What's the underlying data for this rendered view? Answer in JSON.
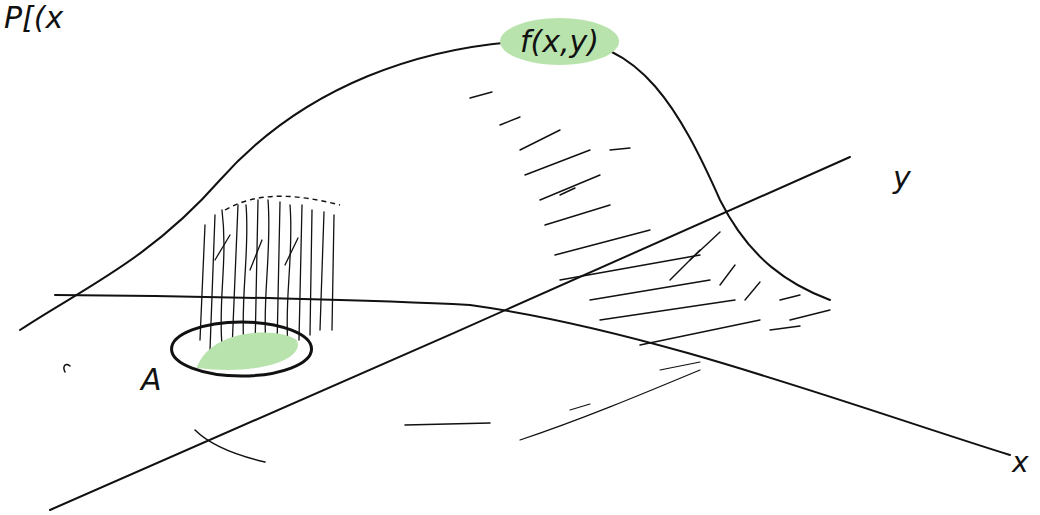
{
  "diagram": {
    "nodes": [
      {
        "text": [
          "f(x,y)"
        ]
      },
      {
        "text": [
          "A"
        ]
      }
    ],
    "labels": [
      "P[(x",
      "y",
      "x"
    ]
  }
}
